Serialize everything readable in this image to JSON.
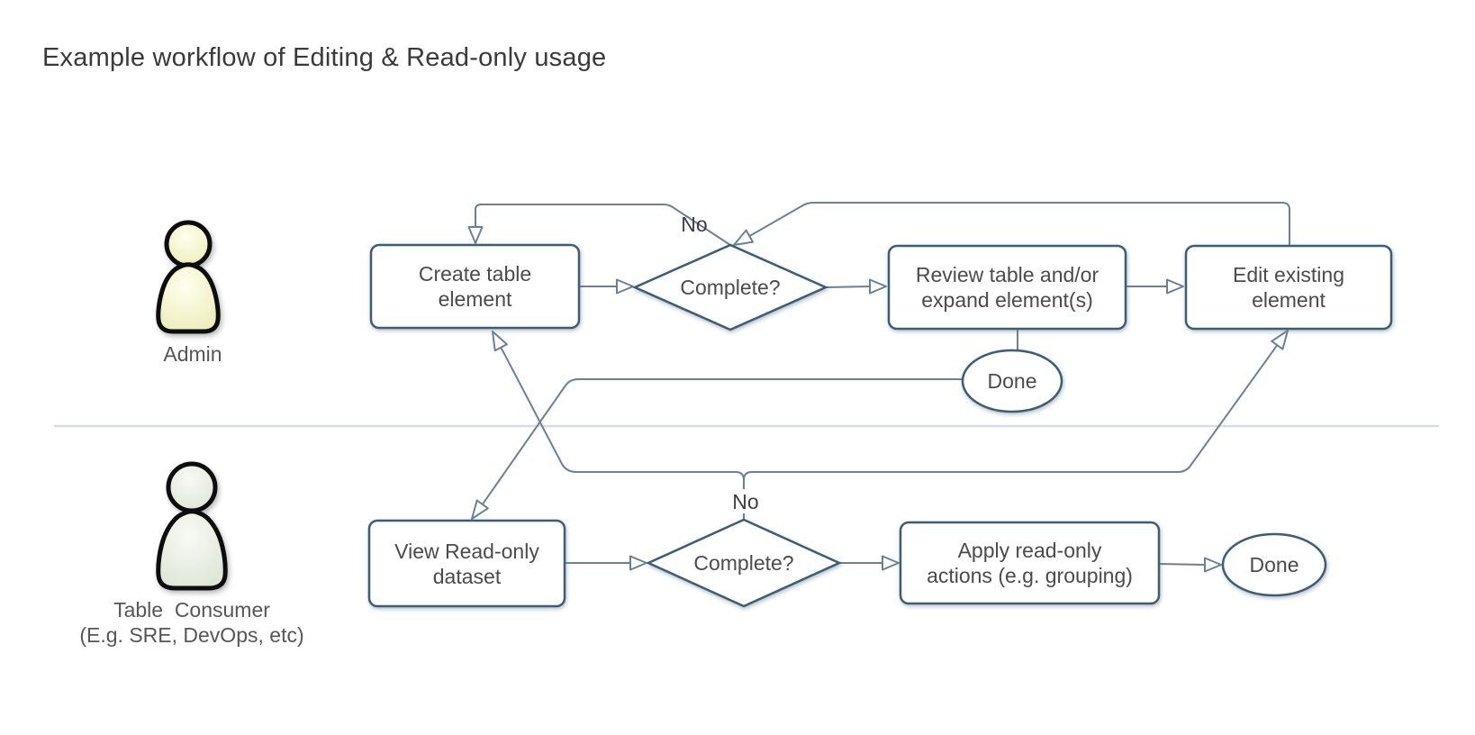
{
  "title": "Example workflow of Editing & Read-only usage",
  "lanes": {
    "admin": {
      "label": "Admin"
    },
    "consumer": {
      "label": "Table  Consumer\n(E.g. SRE, DevOps, etc)"
    }
  },
  "nodes": {
    "create": {
      "label": "Create table\nelement"
    },
    "decision_admin": {
      "label": "Complete?"
    },
    "review": {
      "label": "Review table and/or\nexpand element(s)"
    },
    "edit": {
      "label": "Edit existing\nelement"
    },
    "done_admin": {
      "label": "Done"
    },
    "view": {
      "label": "View Read-only\ndataset"
    },
    "decision_consumer": {
      "label": "Complete?"
    },
    "apply": {
      "label": "Apply read-only\nactions (e.g. grouping)"
    },
    "done_consumer": {
      "label": "Done"
    }
  },
  "edge_labels": {
    "no_admin": "No",
    "no_consumer": "No"
  },
  "colors": {
    "shape_border": "#3f5d72",
    "connector": "#6b8093",
    "node_text": "#4b4b4b",
    "divider": "#d6dce1",
    "admin_icon_fill": "#f0f0c4",
    "consumer_icon_fill": "#e2e9da"
  }
}
